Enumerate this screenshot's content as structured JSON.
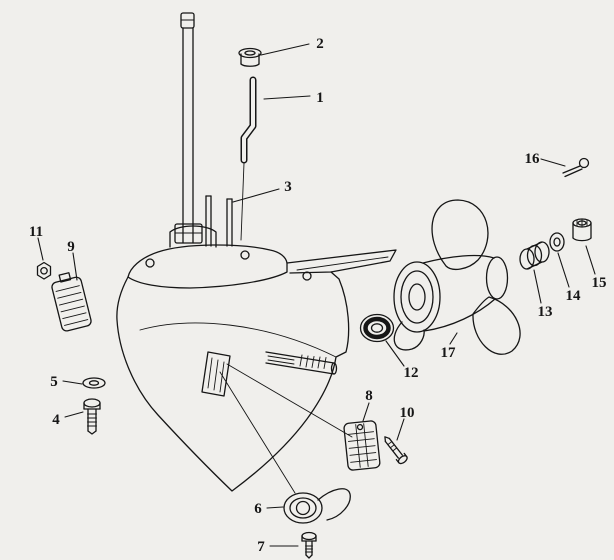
{
  "diagram": {
    "type": "exploded-parts-diagram",
    "background": "#f0efec",
    "line_color": "#161616",
    "callouts": [
      {
        "label": "1"
      },
      {
        "label": "2"
      },
      {
        "label": "3"
      },
      {
        "label": "4"
      },
      {
        "label": "5"
      },
      {
        "label": "6"
      },
      {
        "label": "7"
      },
      {
        "label": "8"
      },
      {
        "label": "9"
      },
      {
        "label": "10"
      },
      {
        "label": "11"
      },
      {
        "label": "12"
      },
      {
        "label": "13"
      },
      {
        "label": "14"
      },
      {
        "label": "15"
      },
      {
        "label": "16"
      },
      {
        "label": "17"
      }
    ]
  }
}
